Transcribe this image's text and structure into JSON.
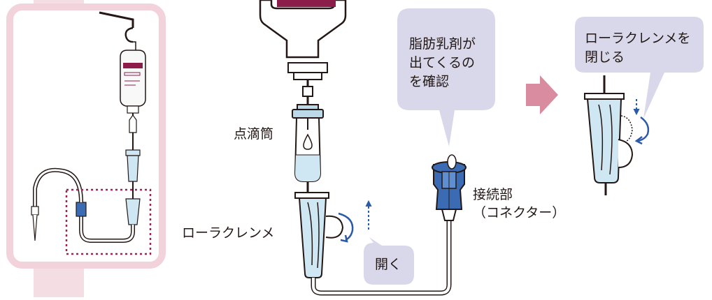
{
  "labels": {
    "drip_chamber": "点滴筒",
    "roller_clamp": "ローラクレンメ",
    "connector": "接続部\n（コネクター）"
  },
  "bubbles": {
    "confirm": "脂肪乳剤が\n出てくるの\nを確認",
    "close_clamp": "ローラクレンメを\n閉じる",
    "open": "開く"
  },
  "colors": {
    "pink_panel": "#f2d3dc",
    "pink_arrow": "#d98ba0",
    "bubble": "#d8d8ea",
    "tube_fill": "#cfe6f3",
    "outline": "#231815",
    "connector_blue": "#3a6bb3",
    "arrow_blue": "#2a5aa8",
    "dotted_frame": "#9a2456",
    "label_band": "#8c1d4a"
  }
}
